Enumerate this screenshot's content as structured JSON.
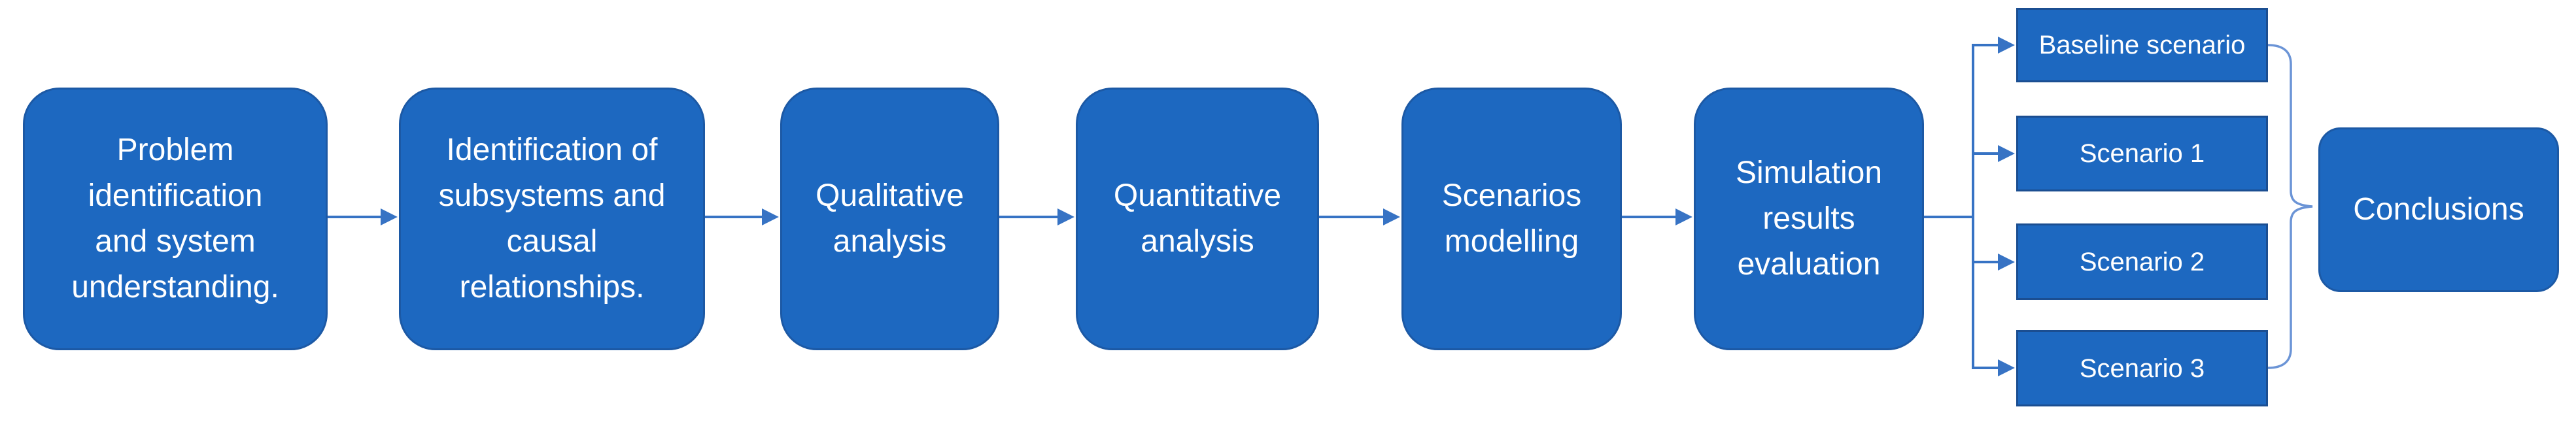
{
  "diagram": {
    "type": "flowchart",
    "direction": "left-to-right",
    "colors": {
      "node_fill": "#1d68c0",
      "node_border": "#1c59a5",
      "scenario_border": "#1b4e91",
      "connector": "#3773c4",
      "brace": "#6b94d6",
      "text": "#ffffff",
      "background": "#ffffff"
    },
    "steps": [
      {
        "id": "problem-identification",
        "label": "Problem identification and system understanding.",
        "lines": [
          "Problem",
          "identification",
          "and system",
          "understanding."
        ]
      },
      {
        "id": "subsystems-identification",
        "label": "Identification of subsystems and causal relationships.",
        "lines": [
          "Identification of",
          "subsystems and",
          "causal",
          "relationships."
        ]
      },
      {
        "id": "qualitative-analysis",
        "label": "Qualitative analysis",
        "lines": [
          "Qualitative",
          "analysis"
        ]
      },
      {
        "id": "quantitative-analysis",
        "label": "Quantitative analysis",
        "lines": [
          "Quantitative",
          "analysis"
        ]
      },
      {
        "id": "scenarios-modelling",
        "label": "Scenarios modelling",
        "lines": [
          "Scenarios",
          "modelling"
        ]
      },
      {
        "id": "simulation-results-evaluation",
        "label": "Simulation results evaluation",
        "lines": [
          "Simulation",
          "results",
          "evaluation"
        ]
      }
    ],
    "scenarios": [
      {
        "id": "baseline-scenario",
        "label": "Baseline scenario"
      },
      {
        "id": "scenario-1",
        "label": "Scenario 1"
      },
      {
        "id": "scenario-2",
        "label": "Scenario 2"
      },
      {
        "id": "scenario-3",
        "label": "Scenario 3"
      }
    ],
    "conclusion": {
      "id": "conclusions",
      "label": "Conclusions"
    },
    "edges": [
      {
        "from": "problem-identification",
        "to": "subsystems-identification"
      },
      {
        "from": "subsystems-identification",
        "to": "qualitative-analysis"
      },
      {
        "from": "qualitative-analysis",
        "to": "quantitative-analysis"
      },
      {
        "from": "quantitative-analysis",
        "to": "scenarios-modelling"
      },
      {
        "from": "scenarios-modelling",
        "to": "simulation-results-evaluation"
      },
      {
        "from": "simulation-results-evaluation",
        "to": "baseline-scenario"
      },
      {
        "from": "simulation-results-evaluation",
        "to": "scenario-1"
      },
      {
        "from": "simulation-results-evaluation",
        "to": "scenario-2"
      },
      {
        "from": "simulation-results-evaluation",
        "to": "scenario-3"
      },
      {
        "from": "scenarios-group",
        "to": "conclusions"
      }
    ]
  }
}
